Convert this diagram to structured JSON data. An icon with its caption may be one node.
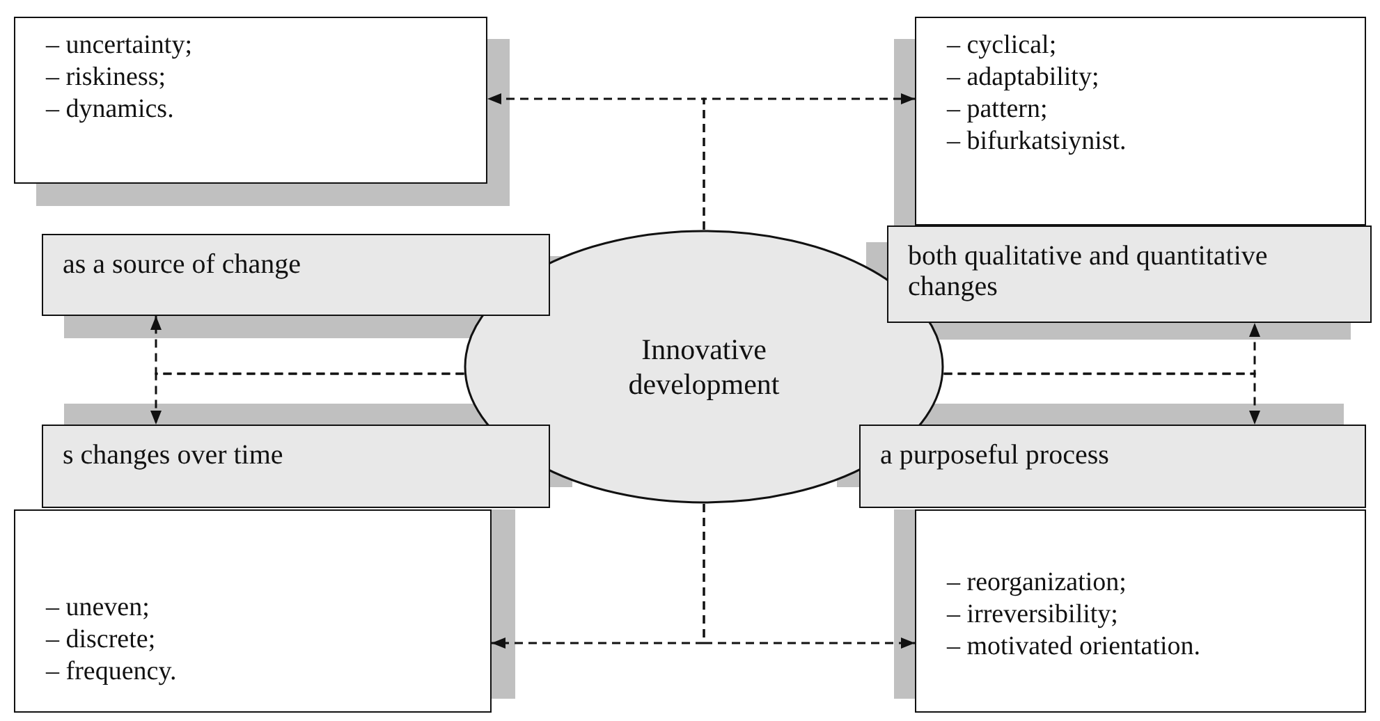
{
  "diagram": {
    "nodes": [
      {
        "text": [
          "– uncertainty;",
          "– riskiness;",
          "– dynamics."
        ]
      },
      {
        "text": [
          "– cyclical;",
          "– adaptability;",
          "– pattern;",
          "– bifurkatsiynist."
        ]
      },
      {
        "text": [
          "as a source of change"
        ]
      },
      {
        "text": [
          "both qualitative and quantitative changes"
        ]
      },
      {
        "text": [
          "Innovative development"
        ]
      },
      {
        "text": [
          "s changes over time"
        ]
      },
      {
        "text": [
          "a purposeful process"
        ]
      },
      {
        "text": [
          "– uneven;",
          "– discrete;",
          "– frequency."
        ]
      },
      {
        "text": [
          "– reorganization;",
          "– irreversibility;",
          "– motivated orientation."
        ]
      }
    ],
    "edges": [
      {
        "from": 4,
        "to": 0,
        "arrow": "to",
        "style": "dashed"
      },
      {
        "from": 4,
        "to": 1,
        "arrow": "to",
        "style": "dashed"
      },
      {
        "from": 4,
        "to": 2,
        "arrow": "to",
        "style": "dashed"
      },
      {
        "from": 4,
        "to": 5,
        "arrow": "to",
        "style": "dashed"
      },
      {
        "from": 4,
        "to": 3,
        "arrow": "to",
        "style": "dashed"
      },
      {
        "from": 4,
        "to": 6,
        "arrow": "to",
        "style": "dashed"
      },
      {
        "from": 4,
        "to": 7,
        "arrow": "to",
        "style": "dashed"
      },
      {
        "from": 4,
        "to": 8,
        "arrow": "to",
        "style": "dashed"
      }
    ]
  }
}
